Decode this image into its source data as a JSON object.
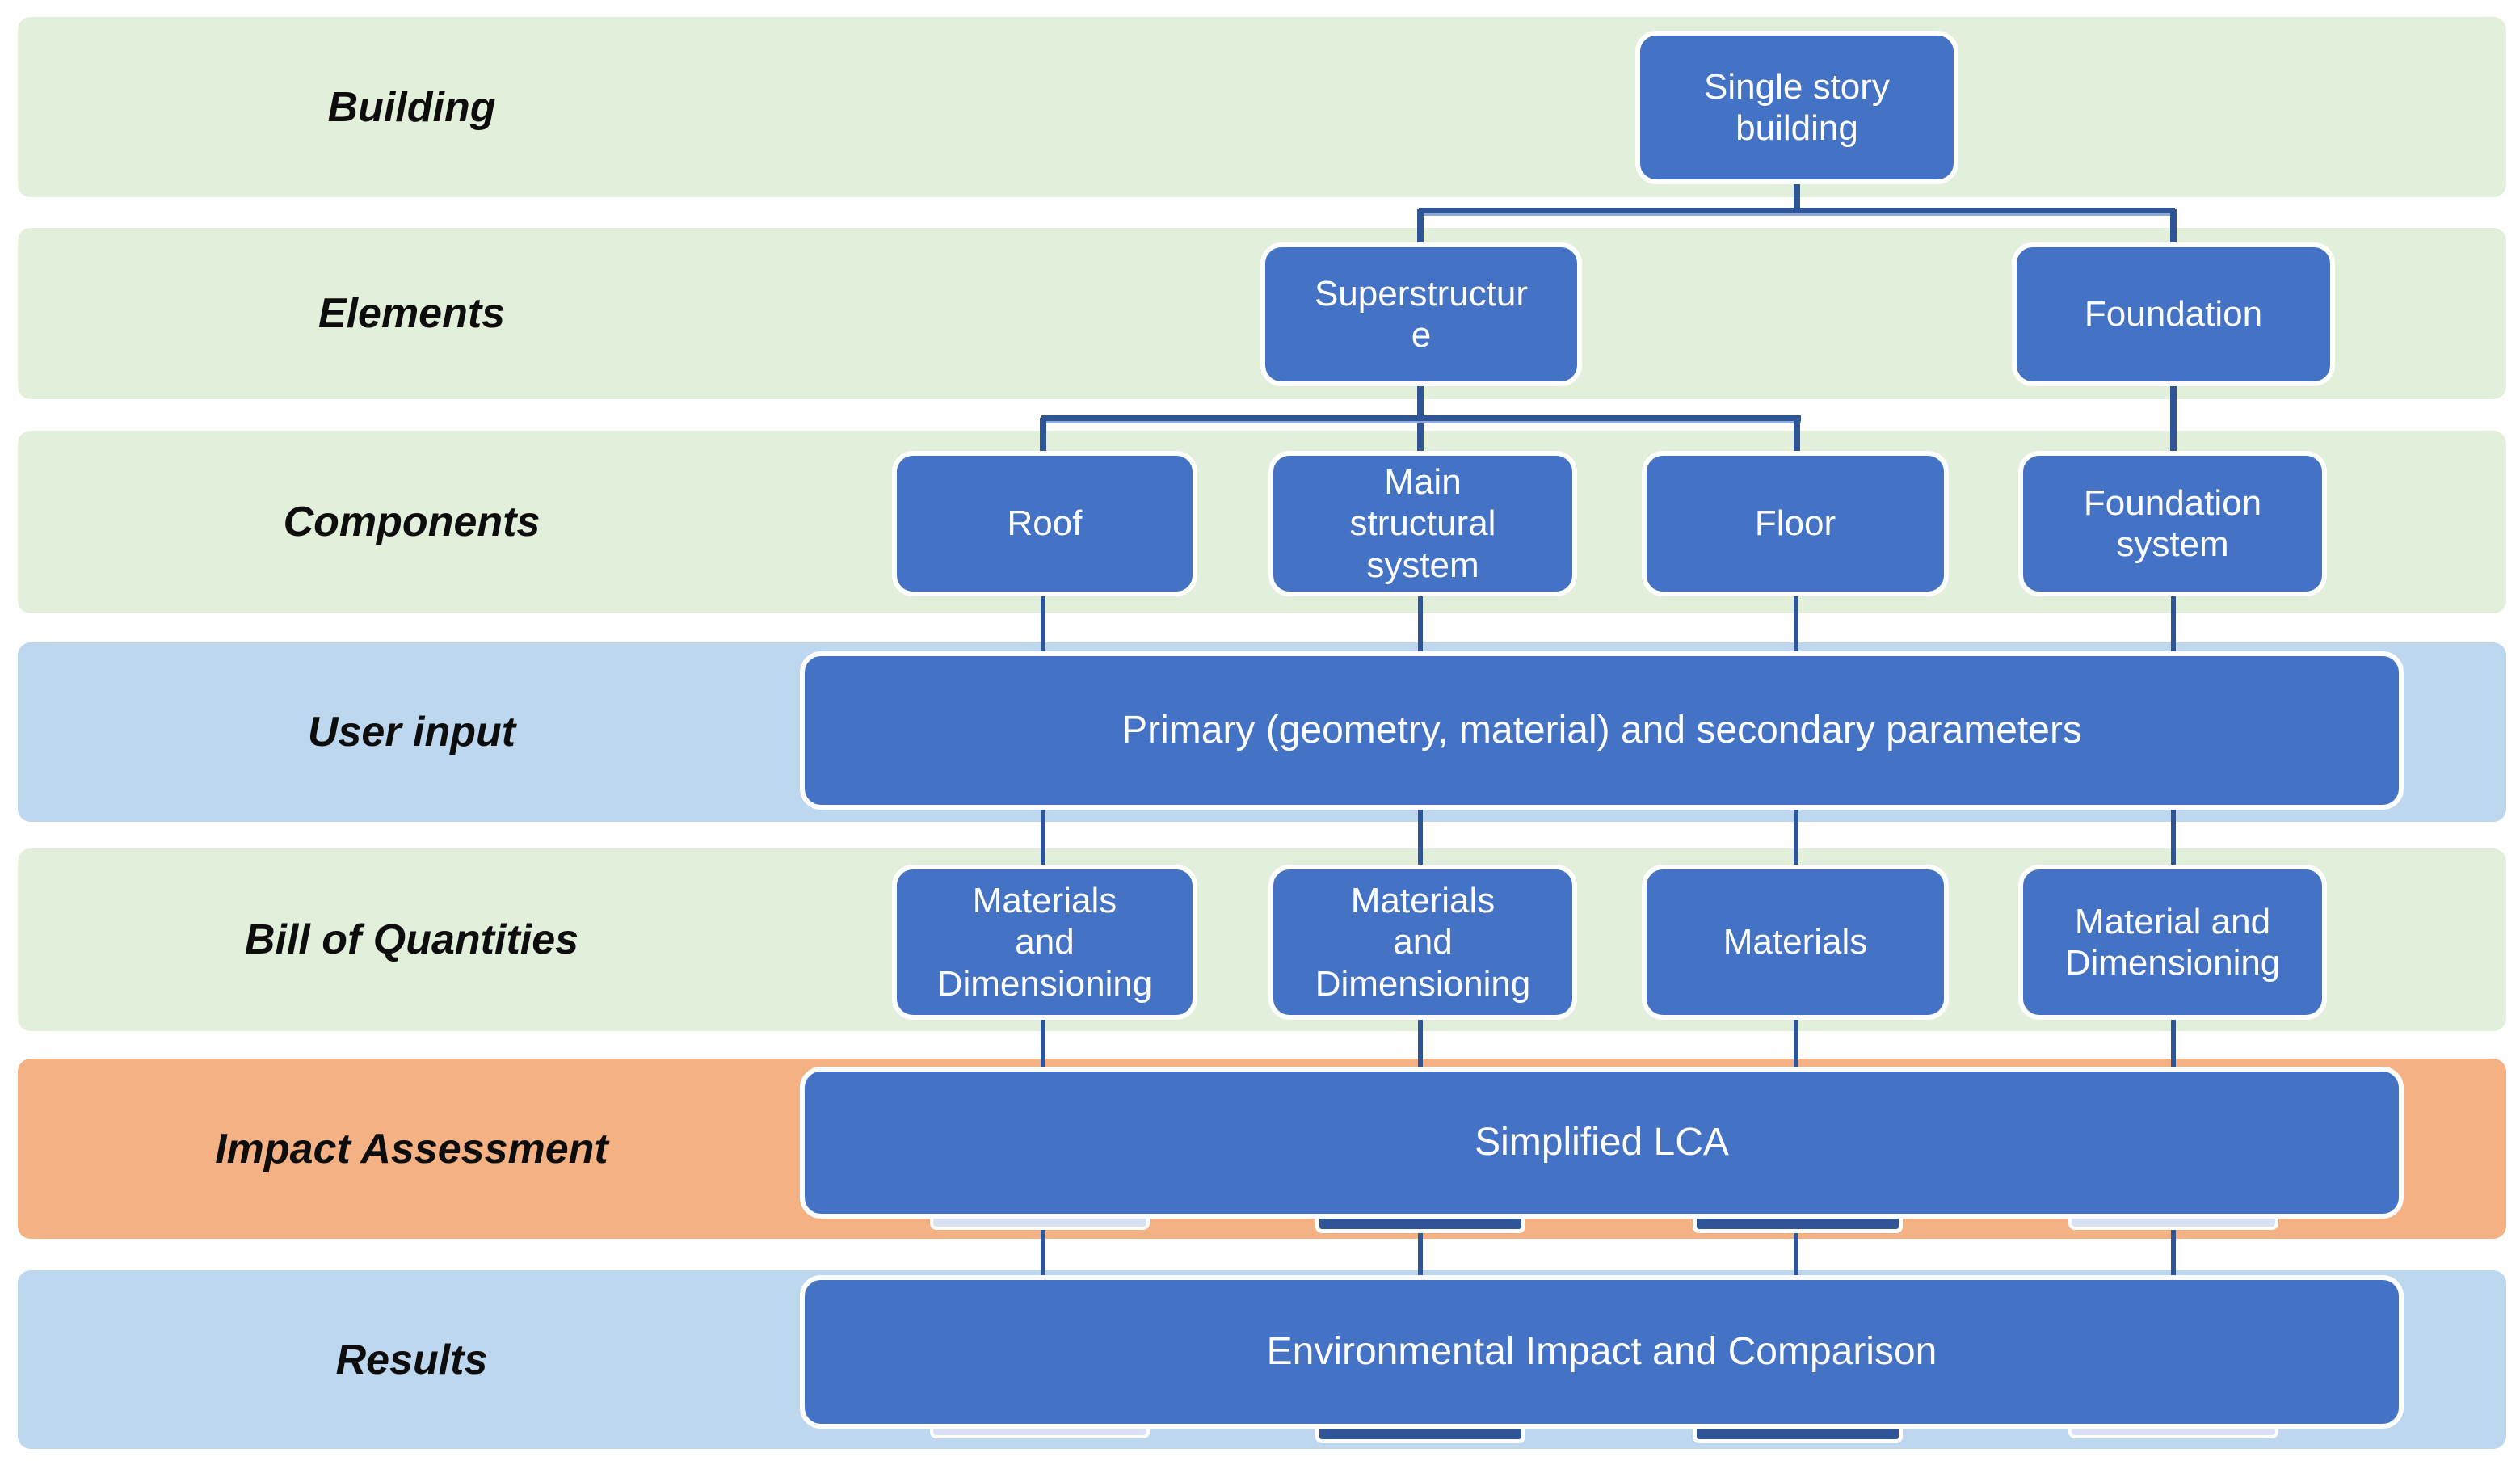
{
  "rows": [
    {
      "label": "Building"
    },
    {
      "label": "Elements"
    },
    {
      "label": "Components"
    },
    {
      "label": "User input"
    },
    {
      "label": "Bill of Quantities"
    },
    {
      "label": "Impact Assessment"
    },
    {
      "label": "Results"
    }
  ],
  "nodes": {
    "building": "Single story\nbuilding",
    "superstructure": "Superstructur\ne",
    "foundation": "Foundation",
    "roof": "Roof",
    "main_structural": "Main\nstructural\nsystem",
    "floor": "Floor",
    "foundation_system": "Foundation\nsystem",
    "user_input": "Primary (geometry, material) and secondary parameters",
    "boq_roof": "Materials\nand\nDimensioning",
    "boq_main": "Materials\nand\nDimensioning",
    "boq_floor": "Materials",
    "boq_foundation": "Material and\nDimensioning",
    "impact_assessment": "Simplified LCA",
    "results": "Environmental Impact and Comparison"
  },
  "colors": {
    "background": "#FFFFFF",
    "band_green": "#E2EFDA",
    "band_blue": "#BDD7EE",
    "band_orange": "#F4B183",
    "node_fill": "#4472C4",
    "node_border": "#FFFFFF",
    "connector": "#2F5597",
    "connector_light": "#8EAADB",
    "peek_light": "#D9E2F3",
    "text_node": "#FFFFFF",
    "text_label": "#0D0D0D"
  }
}
